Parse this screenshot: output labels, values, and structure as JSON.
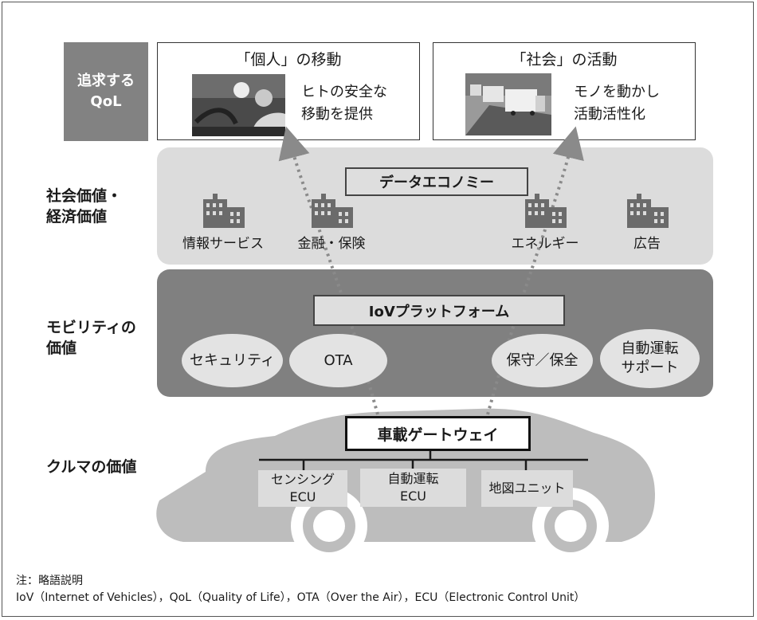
{
  "row_labels": {
    "qol": [
      "追求する",
      "QoL"
    ],
    "social": [
      "社会価値・",
      "経済価値"
    ],
    "mobility": [
      "モビリティの",
      "価値"
    ],
    "car": "クルマの価値"
  },
  "qol_boxes": [
    {
      "title": "「個人」の移動",
      "text": [
        "ヒトの安全な",
        "移動を提供"
      ],
      "photo": "person-in-car-photo"
    },
    {
      "title": "「社会」の活動",
      "text": [
        "モノを動かし",
        "活動活性化"
      ],
      "photo": "trucks-on-road-photo"
    }
  ],
  "data_economy": {
    "title": "データエコノミー",
    "industries": [
      "情報サービス",
      "金融・保険",
      "エネルギー",
      "広告"
    ],
    "icon": "building-icon"
  },
  "iov_platform": {
    "title": "IoVプラットフォーム",
    "services": [
      "セキュリティ",
      "OTA",
      "保守／保全",
      [
        "自動運転",
        "サポート"
      ]
    ]
  },
  "car": {
    "gateway": "車載ゲートウェイ",
    "ecus": [
      [
        "センシング",
        "ECU"
      ],
      [
        "自動運転",
        "ECU"
      ],
      [
        "地図ユニット"
      ]
    ]
  },
  "notes": {
    "heading": "注：略語説明",
    "abbreviations": "IoV（Internet of Vehicles），QoL（Quality of Life），OTA（Over the Air），ECU（Electronic Control Unit）"
  },
  "colors": {
    "light_band": "#dcdcdc",
    "dark_band": "#808080",
    "car_silhouette": "#bdbdbd",
    "arrow": "#8a8a8a"
  }
}
